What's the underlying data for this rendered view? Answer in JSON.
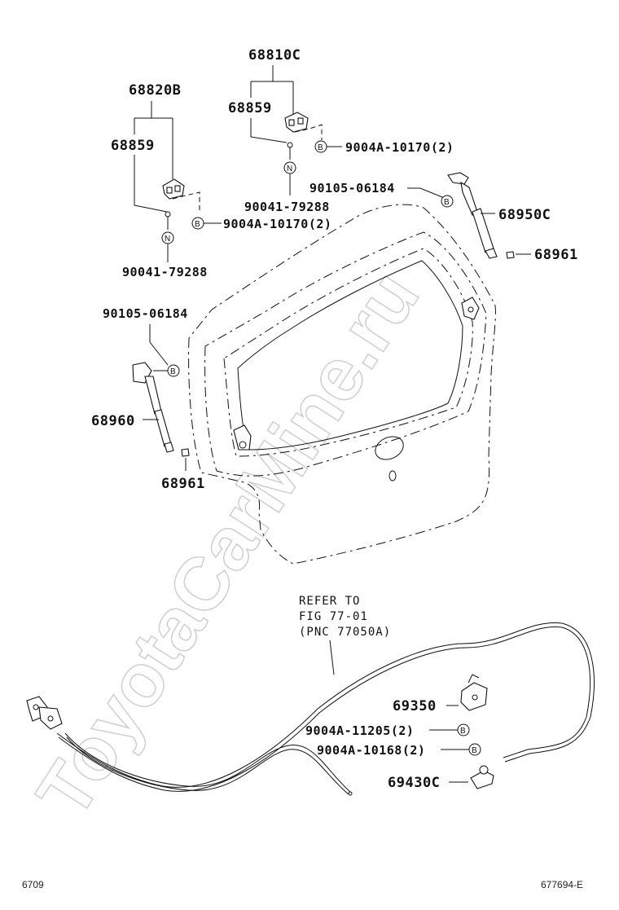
{
  "watermark": "ToyotaCarMine.ru",
  "labels": {
    "assy_68810C": "68810C",
    "assy_68820B": "68820B",
    "hinge_right": "68859",
    "hinge_left": "68859",
    "bolt_right_hinge": "9004A-10170(2)",
    "bolt_left_hinge": "9004A-10170(2)",
    "nut_right_hinge": "90041-79288",
    "nut_left_hinge": "90041-79288",
    "bolt_stay_right": "90105-06184",
    "bolt_stay_left": "90105-06184",
    "stay_right": "68950C",
    "stay_left": "68960",
    "stud_right": "68961",
    "stud_left": "68961",
    "refer_line1": "REFER TO",
    "refer_line2": "FIG 77-01",
    "refer_line3": "(PNC 77050A)",
    "lock_assy": "69350",
    "lock_bolt": "9004A-11205(2)",
    "striker_bolt": "9004A-10168(2)",
    "striker": "69430C"
  },
  "symbols": {
    "bolt_mark": "B",
    "nut_mark": "N"
  },
  "footer": {
    "page_code": "6709",
    "figure_id": "677694-E"
  }
}
